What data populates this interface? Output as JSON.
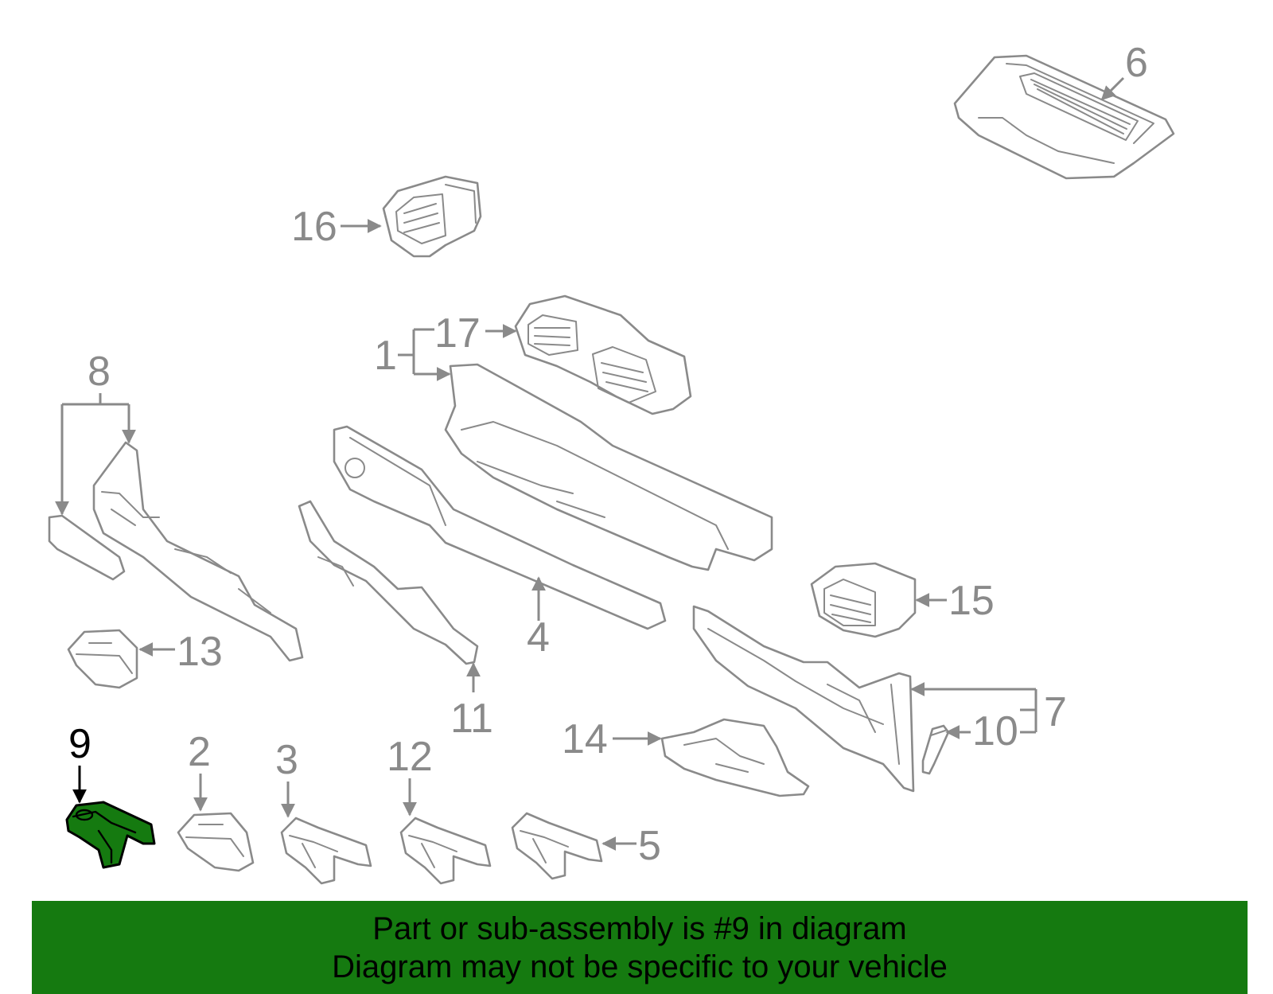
{
  "diagram": {
    "callouts": {
      "c1": "1",
      "c2": "2",
      "c3": "3",
      "c4": "4",
      "c5": "5",
      "c6": "6",
      "c7": "7",
      "c8": "8",
      "c9": "9",
      "c10": "10",
      "c11": "11",
      "c12": "12",
      "c13": "13",
      "c14": "14",
      "c15": "15",
      "c16": "16",
      "c17": "17"
    },
    "highlighted_part": "9",
    "colors": {
      "highlight_fill": "#157a10",
      "line_gray": "#8a8a8a",
      "banner_bg": "#157a10"
    }
  },
  "banner": {
    "line1": "Part or sub-assembly is #9 in diagram",
    "line2": "Diagram may not be specific to your vehicle"
  }
}
